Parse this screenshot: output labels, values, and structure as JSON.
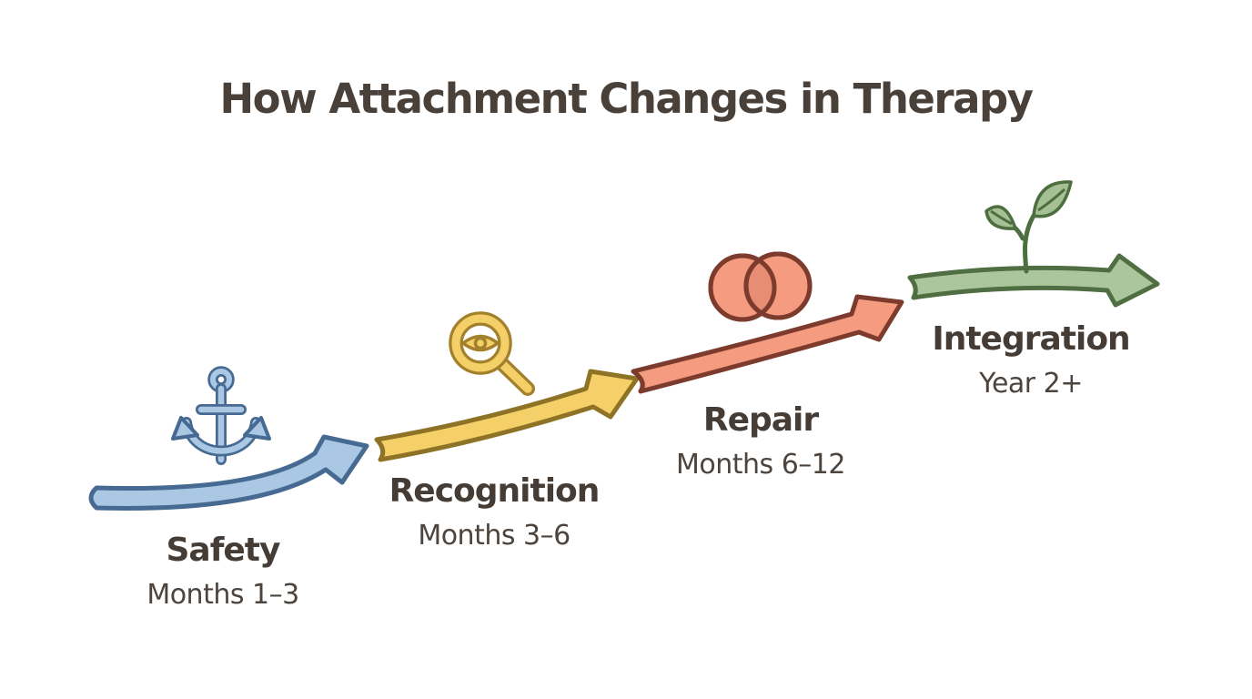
{
  "title": "How Attachment Changes in Therapy",
  "stages": [
    {
      "label": "Safety",
      "period": "Months 1–3",
      "icon": "anchor",
      "arrow_color": "#aac8e4",
      "arrow_outline": "#466a92"
    },
    {
      "label": "Recognition",
      "period": "Months 3–6",
      "icon": "magnifying-glass-eye",
      "arrow_color": "#f5d068",
      "arrow_outline": "#8e7226"
    },
    {
      "label": "Repair",
      "period": "Months 6–12",
      "icon": "overlapping-circles",
      "arrow_color": "#f49b80",
      "arrow_outline": "#7c3b2c"
    },
    {
      "label": "Integration",
      "period": "Year 2+",
      "icon": "seedling",
      "arrow_color": "#abc69c",
      "arrow_outline": "#4f6e41"
    }
  ],
  "colors": {
    "background": "#ffffff",
    "title_text": "#4a403a",
    "stage_text": "#453c35",
    "period_text": "#4d443d"
  }
}
